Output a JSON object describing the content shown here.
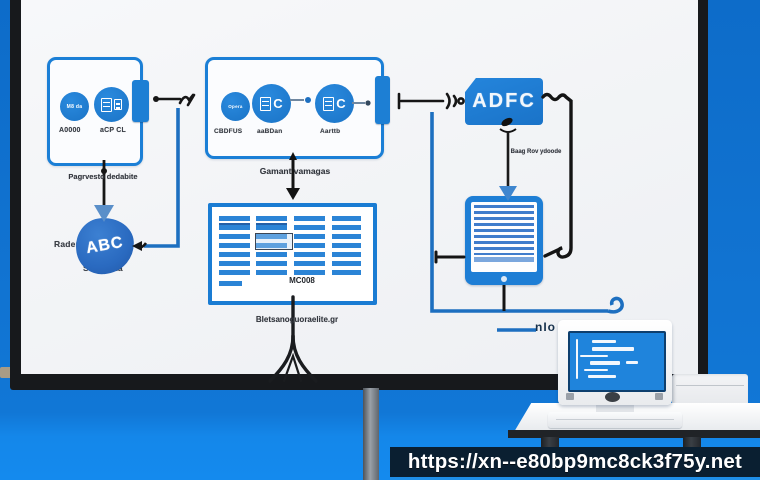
{
  "board": {
    "source": {
      "chip": "M8 da",
      "label1": "A0000",
      "label2": "aCP CL",
      "caption": "Pagrvesto dedabite"
    },
    "pipeline": {
      "chip": "Opera",
      "c2_letter": "C",
      "c3_letter": "C",
      "label1": "CBDFUS",
      "label2": "aaBDan",
      "label3": "Aarttb",
      "caption": "Gamant vamagas"
    },
    "table": {
      "footer": "MC008",
      "caption": "Bletsanoguoraelite.gr"
    },
    "abc": {
      "text": "ABC",
      "side_label": "Rader",
      "bottom_label": "Supadata"
    },
    "adfc": {
      "text": "ADFC",
      "caption": "Baag Rov ydoode"
    },
    "nio": {
      "text": "nIo"
    }
  },
  "url_bar": {
    "url": "https://xn--e80bp9mc8ck3f75y.net"
  },
  "colors": {
    "accent_blue": "#1b7fd6",
    "background_blue": "#1177d6",
    "board_face": "#f4f5f7",
    "frame_dark": "#17191c",
    "url_bar": "#0a1f31",
    "screen_blue": "#1f84dc"
  }
}
